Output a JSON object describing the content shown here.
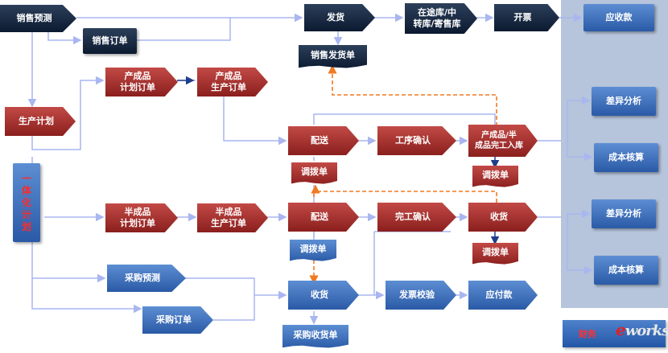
{
  "nodes": {
    "sales_forecast": "销售预测",
    "sales_order": "销售订单",
    "ship": "发货",
    "in_transit": "在途库/中\n转库/寄售库",
    "invoice": "开票",
    "receivable": "应收款",
    "sales_ship_doc": "销售发货单",
    "fp_plan_order": "产成品\n计划订单",
    "fp_prod_order": "产成品\n生产订单",
    "prod_plan": "生产计划",
    "integrated_plan": "一\n体\n化\n计\n划",
    "dist_1": "配送",
    "op_confirm": "工序确认",
    "fp_stock_in": "产成品/半\n成品完工入库",
    "var_analysis_1": "差异分析",
    "cost_1": "成本核算",
    "transfer_1": "调拨单",
    "transfer_2": "调拨单",
    "sfp_plan_order": "半成品\n计划订单",
    "sfp_prod_order": "半成品\n生产订单",
    "dist_2": "配送",
    "completion_confirm": "完工确认",
    "receive_1": "收货",
    "var_analysis_2": "差异分析",
    "cost_2": "成本核算",
    "transfer_3": "调拨单",
    "transfer_4": "调拨单",
    "purchase_forecast": "采购预测",
    "purchase_order": "采购订单",
    "receive_2": "收货",
    "invoice_verify": "发票校验",
    "payable": "应付款",
    "purchase_receipt": "采购收货单"
  },
  "legend": {
    "label": "财务",
    "watermark": "works"
  },
  "colors": {
    "navy": "#0b1a30",
    "red": "#9b2926",
    "blue": "#3568b8",
    "line": "#a9b6f0",
    "dashed": "#f07a22",
    "finance_bg": "#b6c4dc"
  }
}
